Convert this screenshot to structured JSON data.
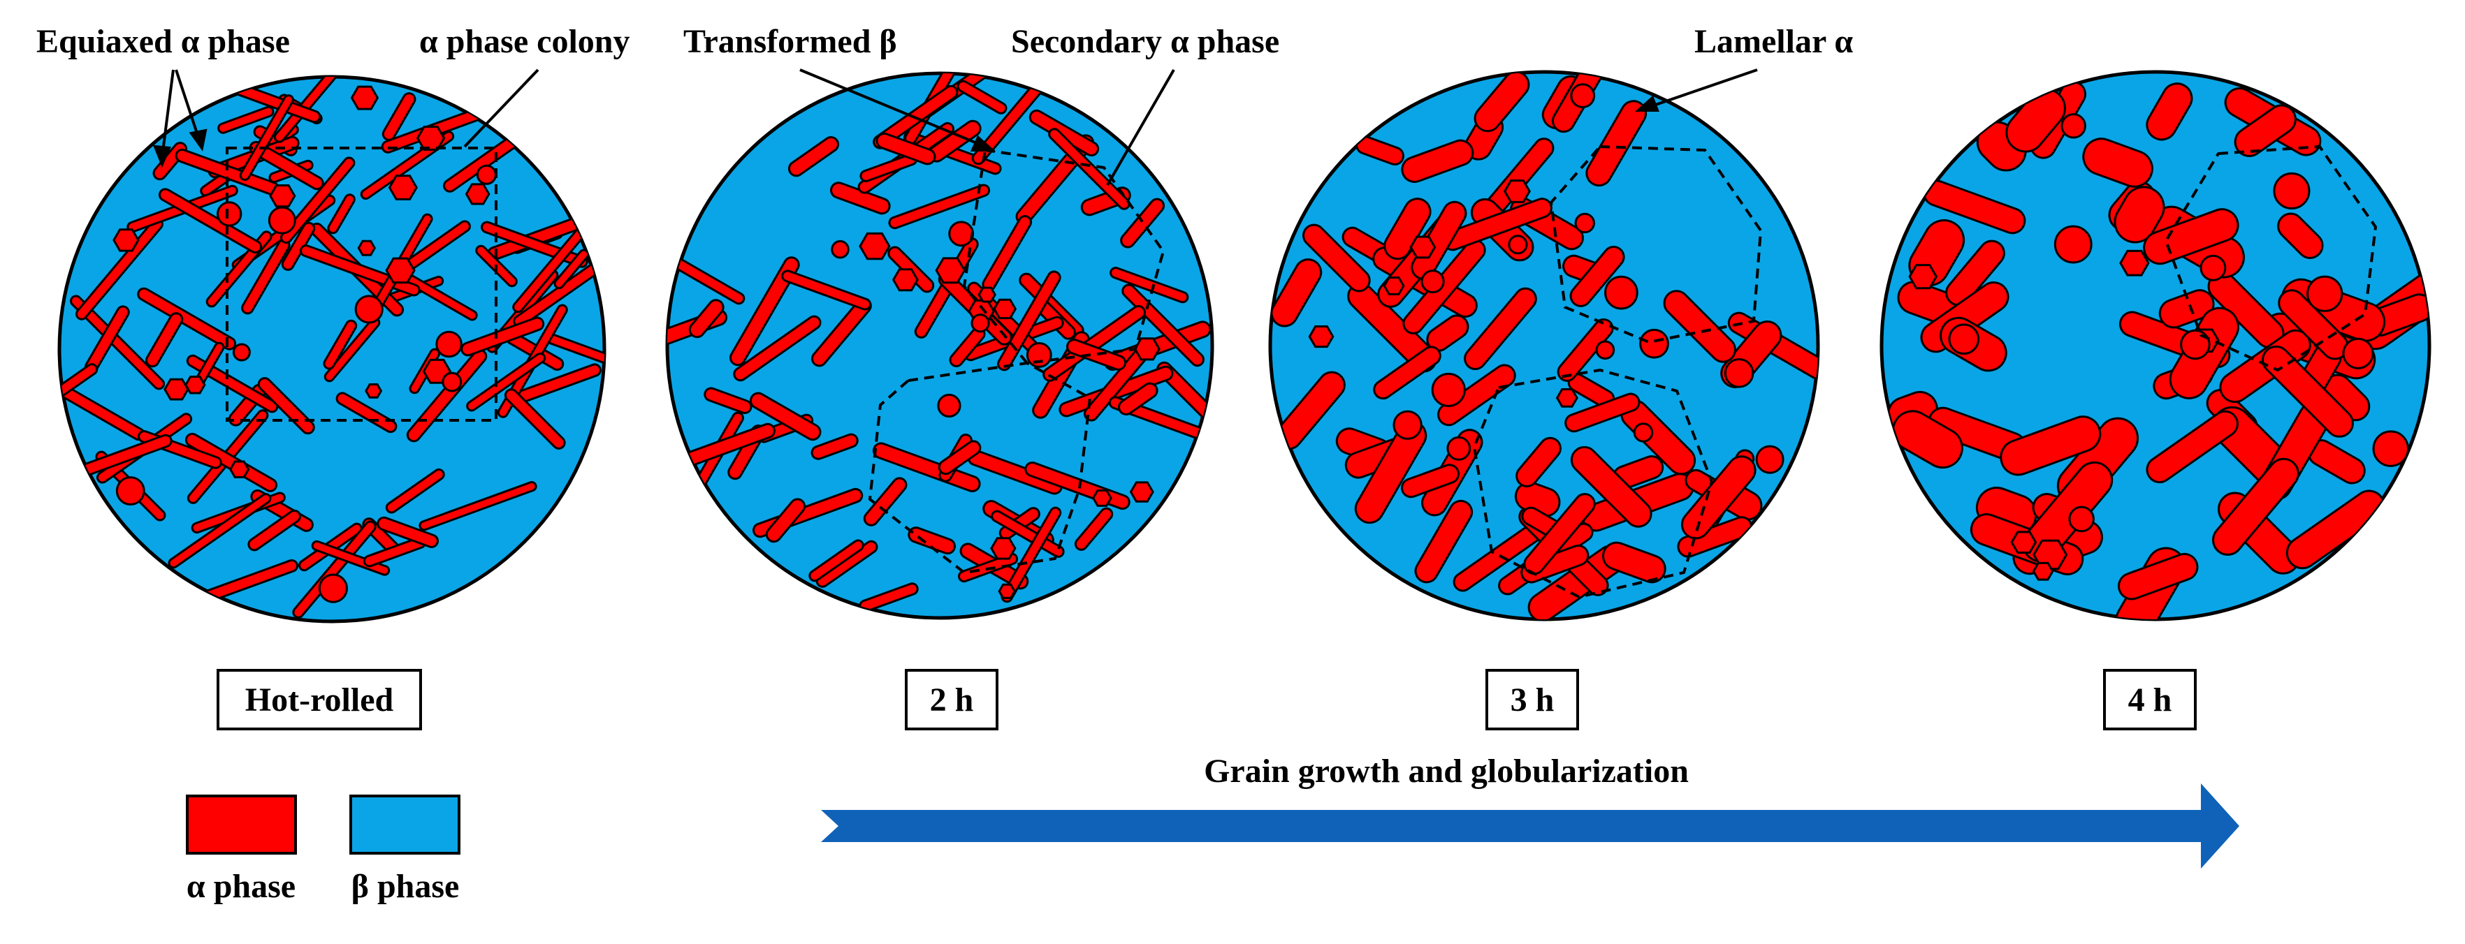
{
  "colors": {
    "alpha": "#ff0000",
    "beta": "#0aa5e6",
    "arrow": "#0f62b8",
    "outline": "#000000"
  },
  "labels": {
    "equiaxed_alpha": "Equiaxed α phase",
    "alpha_colony": "α phase colony",
    "transformed_beta": "Transformed β",
    "secondary_alpha": "Secondary α phase",
    "lamellar_alpha": "Lamellar α"
  },
  "stages": [
    {
      "label": "Hot-rolled"
    },
    {
      "label": "2 h"
    },
    {
      "label": "3 h"
    },
    {
      "label": "4 h"
    }
  ],
  "arrow": {
    "label": "Grain growth and globularization",
    "icon": "right-arrow-icon"
  },
  "legend": {
    "alpha_label": "α phase",
    "beta_label": "β phase"
  }
}
